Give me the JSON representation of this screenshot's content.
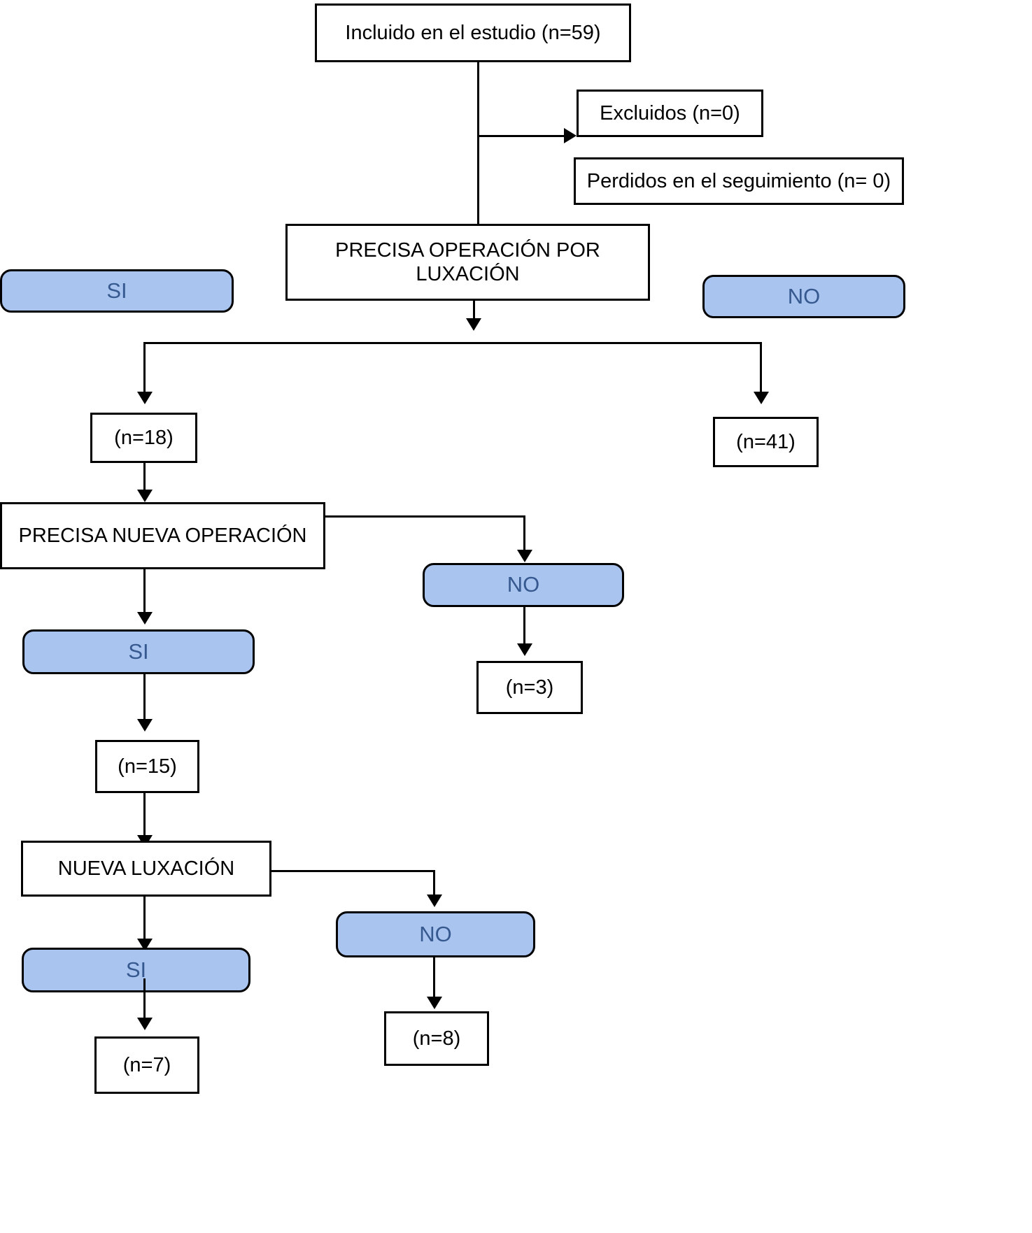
{
  "diagram": {
    "title": "Diagrama de flujo del estudio",
    "language": "es",
    "colors": {
      "pill_fill": "#aac4f0",
      "pill_text": "#36598f",
      "box_fill": "#ffffff",
      "stroke": "#000000"
    },
    "nodes": {
      "included": {
        "label": "Incluido en el estudio (n=59)",
        "type": "box"
      },
      "excluded": {
        "label": "Excluidos  (n=0)",
        "type": "box"
      },
      "lost_followup": {
        "label": "Perdidos en el seguimiento  (n= 0)",
        "type": "box"
      },
      "needs_surgery_dislocation": {
        "label": "PRECISA OPERACIÓN POR LUXACIÓN",
        "type": "box"
      },
      "needs_surgery_yes": {
        "label": "SI",
        "type": "pill"
      },
      "needs_surgery_no": {
        "label": "NO",
        "type": "pill"
      },
      "count_18": {
        "label": "(n=18)",
        "type": "box"
      },
      "count_41": {
        "label": "(n=41)",
        "type": "box"
      },
      "needs_new_surgery": {
        "label": "PRECISA NUEVA OPERACIÓN",
        "type": "box"
      },
      "new_surgery_no": {
        "label": "NO",
        "type": "pill"
      },
      "count_3": {
        "label": "(n=3)",
        "type": "box"
      },
      "new_surgery_yes": {
        "label": "SI",
        "type": "pill"
      },
      "count_15": {
        "label": "(n=15)",
        "type": "box"
      },
      "new_dislocation": {
        "label": "NUEVA LUXACIÓN",
        "type": "box"
      },
      "new_dislocation_no": {
        "label": "NO",
        "type": "pill"
      },
      "count_8": {
        "label": "(n=8)",
        "type": "box"
      },
      "new_dislocation_yes": {
        "label": "SI",
        "type": "pill"
      },
      "count_7": {
        "label": "(n=7)",
        "type": "box"
      }
    }
  }
}
